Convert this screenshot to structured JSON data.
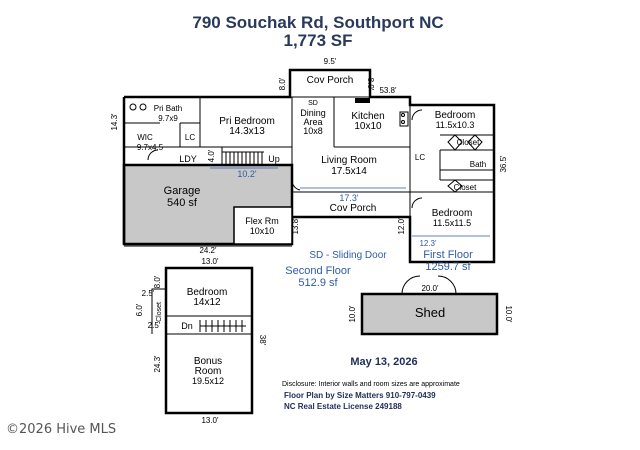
{
  "header": {
    "address": "790 Souchak Rd, Southport NC",
    "square_feet": "1,773 SF"
  },
  "first_floor": {
    "rooms": {
      "cov_porch_top": "Cov Porch",
      "pri_bath": "Pri Bath",
      "pri_bath_size": "9.7x9",
      "wic": "WIC",
      "wic_size": "9.7x4.5",
      "lc1": "LC",
      "pri_bedroom": "Pri Bedroom",
      "pri_bedroom_size": "14.3x13",
      "sd": "SD",
      "dining": "Dining",
      "dining_area": "Area",
      "dining_size": "10x8",
      "kitchen": "Kitchen",
      "kitchen_size": "10x10",
      "bedroom1": "Bedroom",
      "bedroom1_size": "11.5x10.3",
      "closet1": "Closet",
      "lc2": "LC",
      "bath": "Bath",
      "closet2": "Closet",
      "ldy": "LDY",
      "up": "Up",
      "living": "Living Room",
      "living_size": "17.5x14",
      "garage": "Garage",
      "garage_size": "540 sf",
      "flex": "Flex Rm",
      "flex_size": "10x10",
      "cov_porch_bottom": "Cov Porch",
      "bedroom2": "Bedroom",
      "bedroom2_size": "11.5x11.5"
    },
    "dims": {
      "porch_width": "9.5'",
      "porch_left": "8.0'",
      "porch_right": "8.0'",
      "kitchen_top": "53.8'",
      "left_height": "14.3'",
      "right_height": "36.5'",
      "ldy_4": "4.0'",
      "garage_10_2": "10.2'",
      "porch_17_3": "17.3'",
      "porch_13_8": "13.8'",
      "porch_12_0": "12.0'",
      "garage_width": "24.2'",
      "bedroom_12_3": "12.3'"
    },
    "legend": "SD - Sliding Door",
    "label": "First Floor",
    "area": "1259.7 sf"
  },
  "second_floor": {
    "rooms": {
      "bedroom": "Bedroom",
      "bedroom_size": "14x12",
      "closet": "Closet",
      "dn": "Dn",
      "bonus": "Bonus",
      "bonus_room": "Room",
      "bonus_size": "19.5x12"
    },
    "dims": {
      "top": "13.0'",
      "bottom": "13.0'",
      "closet_8": "8.0'",
      "closet_2_5a": "2.5'",
      "closet_6": "6.0'",
      "closet_2_5b": "2.5'",
      "left_24_3": "24.3'",
      "right_38": "38'"
    },
    "label": "Second Floor",
    "area": "512.9 sf"
  },
  "shed": {
    "label": "Shed",
    "width": "20.0'",
    "left": "10.0'",
    "right": "10.0'"
  },
  "footer": {
    "date": "May 13, 2026",
    "disclosure": "Disclosure: Interior walls and room sizes are approximate",
    "credit": "Floor Plan by Size Matters 910-797-0439",
    "license": "NC Real Estate License 249188",
    "watermark": "©2026 Hive MLS"
  },
  "colors": {
    "title": "#2a3a5c",
    "accent_blue": "#2e5aa8",
    "garage_fill": "#c8c8c8",
    "shed_fill": "#c8c8c8"
  }
}
